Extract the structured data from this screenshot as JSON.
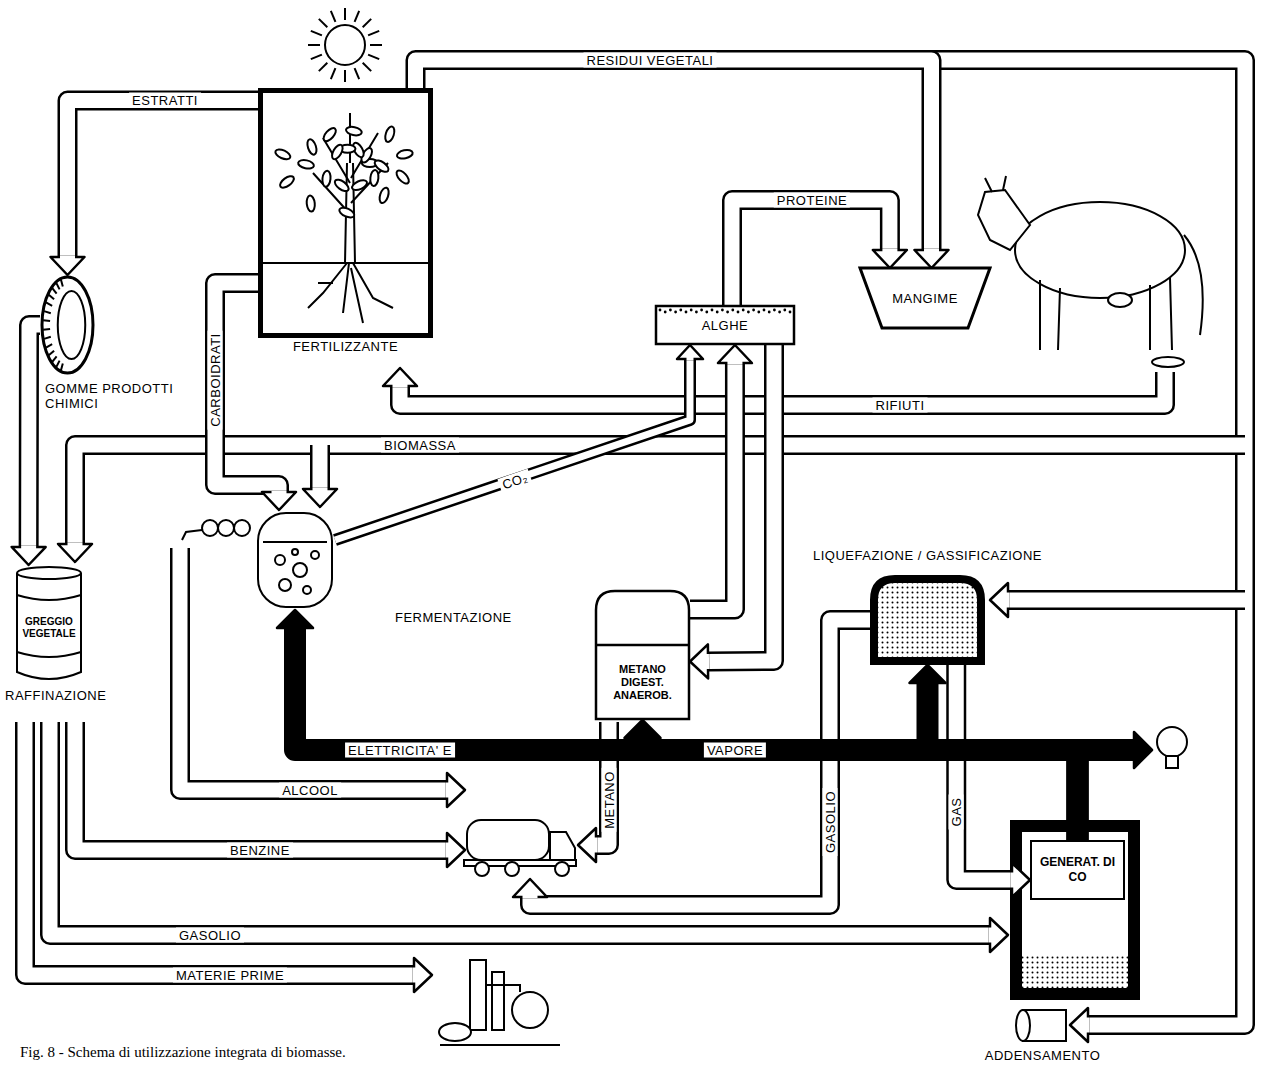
{
  "diagram": {
    "caption": "Fig. 8 - Schema di utilizzazione integrata di biomasse.",
    "nodes": [
      {
        "text": [
          "FERTILIZZANTE"
        ]
      },
      {
        "text": [
          "GOMME PRODOTTI CHIMICI"
        ]
      },
      {
        "text": [
          "ALGHE"
        ]
      },
      {
        "text": [
          "MANGIME"
        ]
      },
      {
        "text": [
          "GREGGIO VEGETALE",
          "RAFFINAZIONE"
        ]
      },
      {
        "text": [
          "FERMENTAZIONE"
        ]
      },
      {
        "text": [
          "METANO DIGEST. ANAEROB."
        ]
      },
      {
        "text": [
          "LIQUEFAZIONE / GASSIFICAZIONE"
        ]
      },
      {
        "text": [
          "GENERAT. DI CO"
        ]
      },
      {
        "text": [
          "ADDENSAMENTO"
        ]
      }
    ],
    "edges": [
      {
        "from": 0,
        "to": 1,
        "label": "ESTRATTI",
        "arrow": "to"
      },
      {
        "from": 0,
        "to": 3,
        "label": "RESIDUI VEGETALI",
        "arrow": "to"
      },
      {
        "from": 2,
        "to": 3,
        "label": "PROTEINE",
        "arrow": "to"
      },
      {
        "from": 0,
        "to": 5,
        "label": "CARBOIDRATI",
        "arrow": "to"
      },
      {
        "from": 5,
        "to": 2,
        "label": "CO₂",
        "arrow": "to"
      },
      {
        "from": 6,
        "to": 2,
        "arrow": "to"
      },
      {
        "from": 2,
        "to": 6,
        "arrow": "to"
      },
      {
        "from": 7,
        "to": 8,
        "label": "GAS",
        "arrow": "to"
      },
      {
        "from": 8,
        "to": 5,
        "label": "ELETTRICITA' E",
        "arrow": "to"
      },
      {
        "from": 8,
        "to": 6,
        "label": "VAPORE",
        "arrow": "to"
      },
      {
        "from": 8,
        "to": 7,
        "arrow": "to"
      },
      {
        "from": 1,
        "to": 4,
        "arrow": "to"
      }
    ],
    "labels": [
      "RIFIUTI",
      "BIOMASSA",
      "ALCOOL",
      "BENZINE",
      "GASOLIO",
      "MATERIE PRIME",
      "METANO",
      "GASOLIO"
    ]
  }
}
